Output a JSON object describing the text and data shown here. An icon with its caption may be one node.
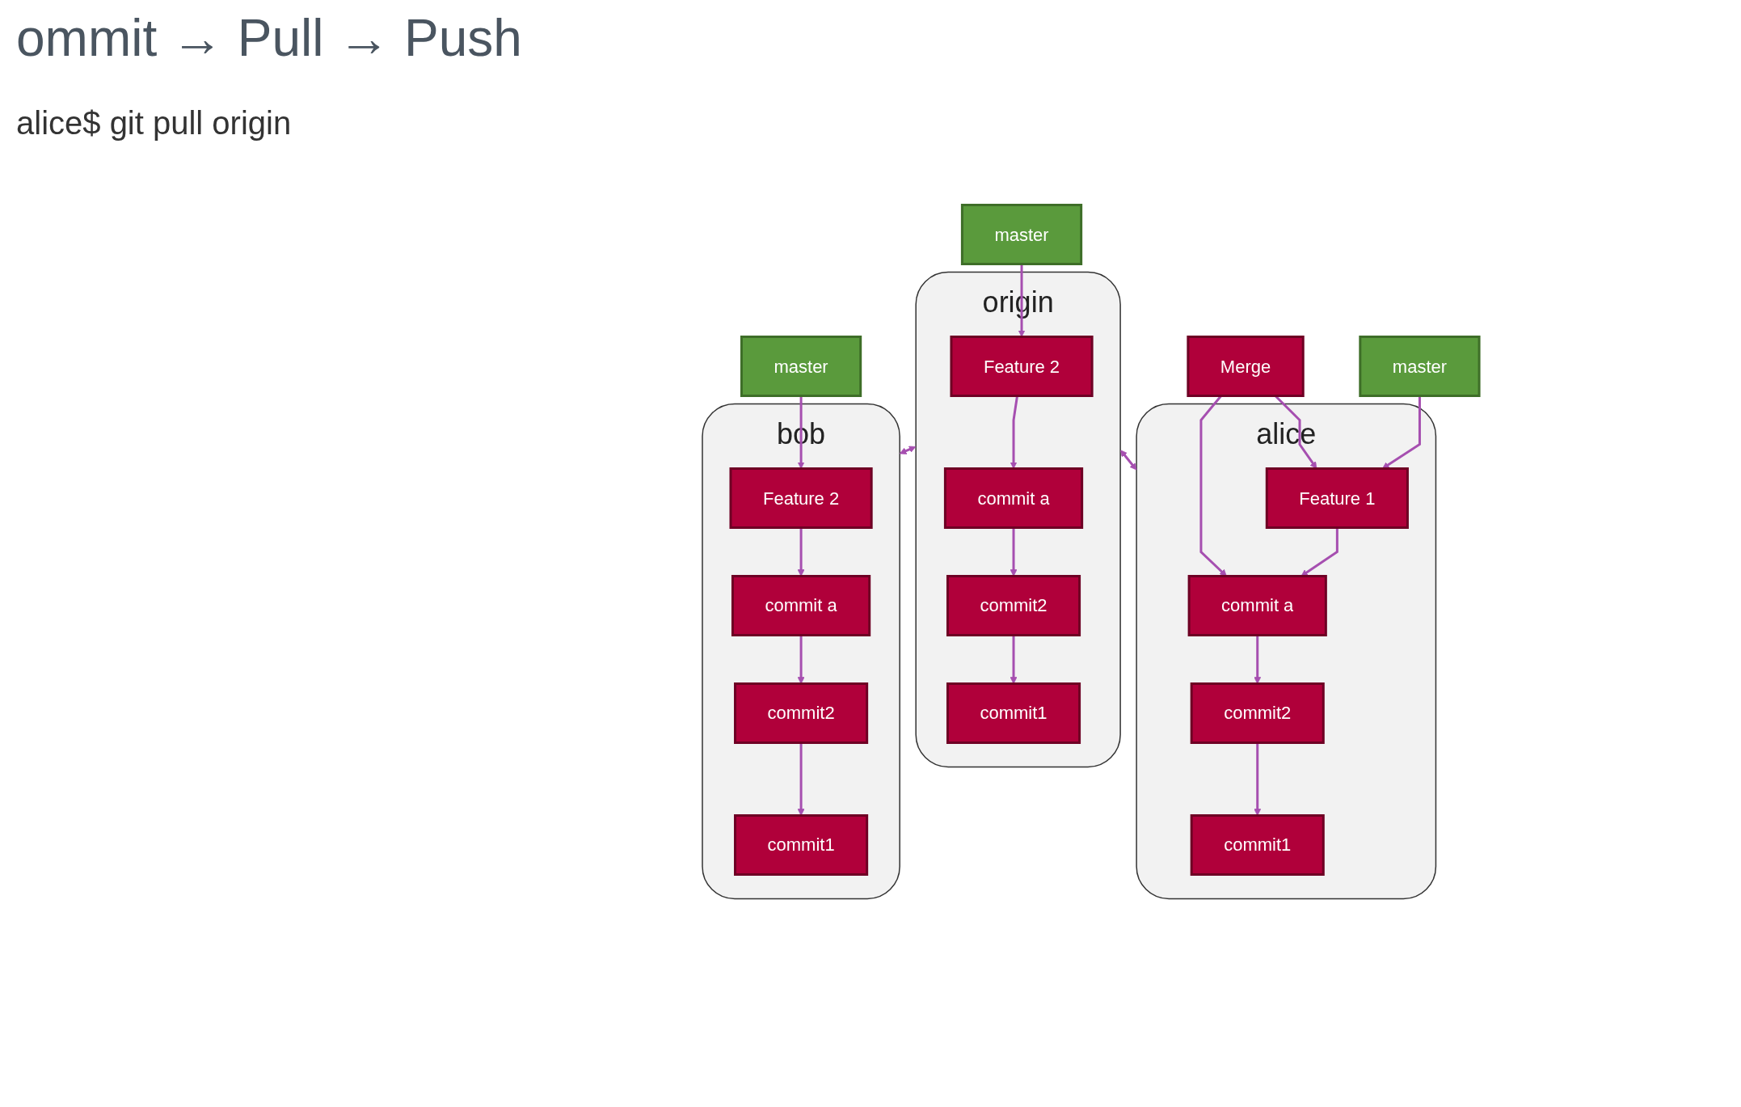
{
  "diagram": {
    "title": "ommit → Pull → Push",
    "nodes": [
      {
        "text": [
          "origin"
        ]
      },
      {
        "text": [
          "Feature 2"
        ],
        "in": 0
      },
      {
        "text": [
          "commit a"
        ],
        "in": 0
      },
      {
        "text": [
          "commit2"
        ],
        "in": 0
      },
      {
        "text": [
          "commit1"
        ],
        "in": 0
      },
      {
        "text": [
          "master"
        ]
      },
      {
        "text": [
          "alice"
        ]
      },
      {
        "text": [
          "Merge"
        ]
      },
      {
        "text": [
          "Feature 1"
        ],
        "in": 6
      },
      {
        "text": [
          "commit a"
        ],
        "in": 6
      },
      {
        "text": [
          "commit2"
        ],
        "in": 6
      },
      {
        "text": [
          "commit1"
        ],
        "in": 6
      },
      {
        "text": [
          "master"
        ]
      },
      {
        "text": [
          "bob"
        ]
      },
      {
        "text": [
          "Feature 2"
        ],
        "in": 13
      },
      {
        "text": [
          "commit a"
        ],
        "in": 13
      },
      {
        "text": [
          "commit2"
        ],
        "in": 13
      },
      {
        "text": [
          "commit1"
        ],
        "in": 13
      },
      {
        "text": [
          "master"
        ]
      }
    ],
    "edges": [
      {
        "from": 5,
        "to": 1,
        "arrow": "to"
      },
      {
        "from": 1,
        "to": 2,
        "arrow": "to"
      },
      {
        "from": 2,
        "to": 3,
        "arrow": "to"
      },
      {
        "from": 3,
        "to": 4,
        "arrow": "to"
      },
      {
        "from": 0,
        "to": 6,
        "arrow": "both"
      },
      {
        "from": 0,
        "to": 13,
        "arrow": "both"
      },
      {
        "from": 7,
        "to": 8,
        "arrow": "to"
      },
      {
        "from": 7,
        "to": 9,
        "arrow": "to"
      },
      {
        "from": 12,
        "to": 8,
        "arrow": "to"
      },
      {
        "from": 8,
        "to": 9,
        "arrow": "to"
      },
      {
        "from": 9,
        "to": 10,
        "arrow": "to"
      },
      {
        "from": 10,
        "to": 11,
        "arrow": "to"
      },
      {
        "from": 18,
        "to": 14,
        "arrow": "to"
      },
      {
        "from": 14,
        "to": 15,
        "arrow": "to"
      },
      {
        "from": 15,
        "to": 16,
        "arrow": "to"
      },
      {
        "from": 16,
        "to": 17,
        "arrow": "to"
      }
    ],
    "labels": [
      "alice$ git pull origin"
    ]
  }
}
